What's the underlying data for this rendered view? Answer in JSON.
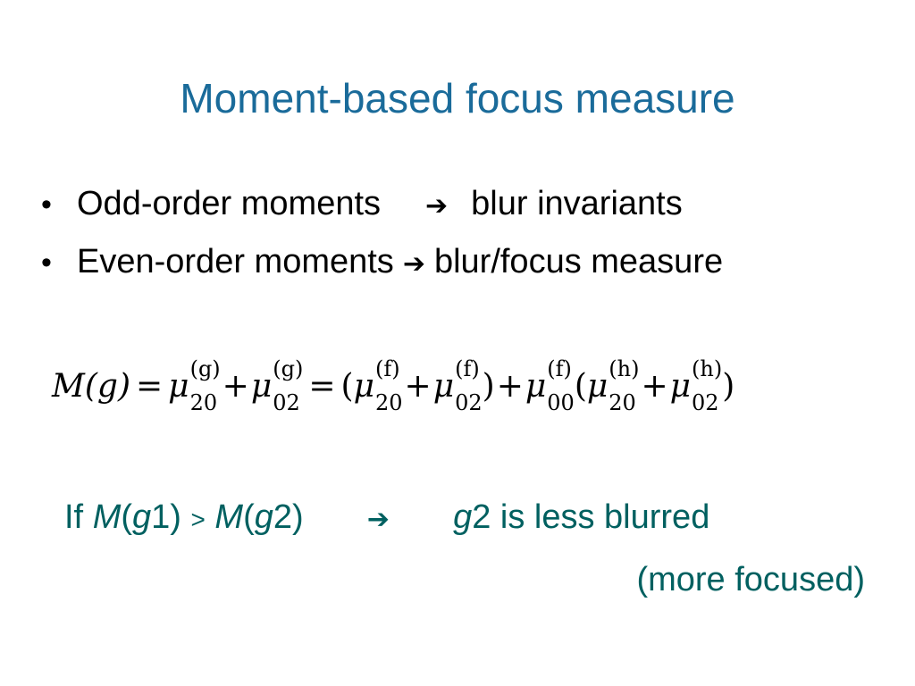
{
  "slide": {
    "title": "Moment-based focus measure",
    "bullets": [
      {
        "lead": "Odd-order moments",
        "arrow": "➔",
        "result": "blur invariants"
      },
      {
        "lead": "Even-order moments",
        "arrow": "➔",
        "result": "blur/focus measure"
      }
    ],
    "formula": {
      "lhs": "M(g)",
      "eq": "=",
      "plus": "+",
      "mu": "μ",
      "terms": {
        "g20": {
          "sup": "(g)",
          "sub": "20"
        },
        "g02": {
          "sup": "(g)",
          "sub": "02"
        },
        "f20": {
          "sup": "(f)",
          "sub": "20"
        },
        "f02": {
          "sup": "(f)",
          "sub": "02"
        },
        "f00": {
          "sup": "(f)",
          "sub": "00"
        },
        "h20": {
          "sup": "(h)",
          "sub": "20"
        },
        "h02": {
          "sup": "(h)",
          "sub": "02"
        }
      },
      "open_paren": "(",
      "close_paren": ")"
    },
    "conclusion": {
      "if_word": "If",
      "m1_letter": "M",
      "m1_open": "(",
      "m1_var": "g",
      "m1_index": "1",
      "m1_close": ")",
      "gt": ">",
      "m2_letter": "M",
      "m2_open": "(",
      "m2_var": "g",
      "m2_index": "2",
      "m2_close": ")",
      "arrow": "➔",
      "result_var": "g",
      "result_index": "2",
      "result_text": " is less blurred",
      "note": "(more focused)"
    }
  }
}
